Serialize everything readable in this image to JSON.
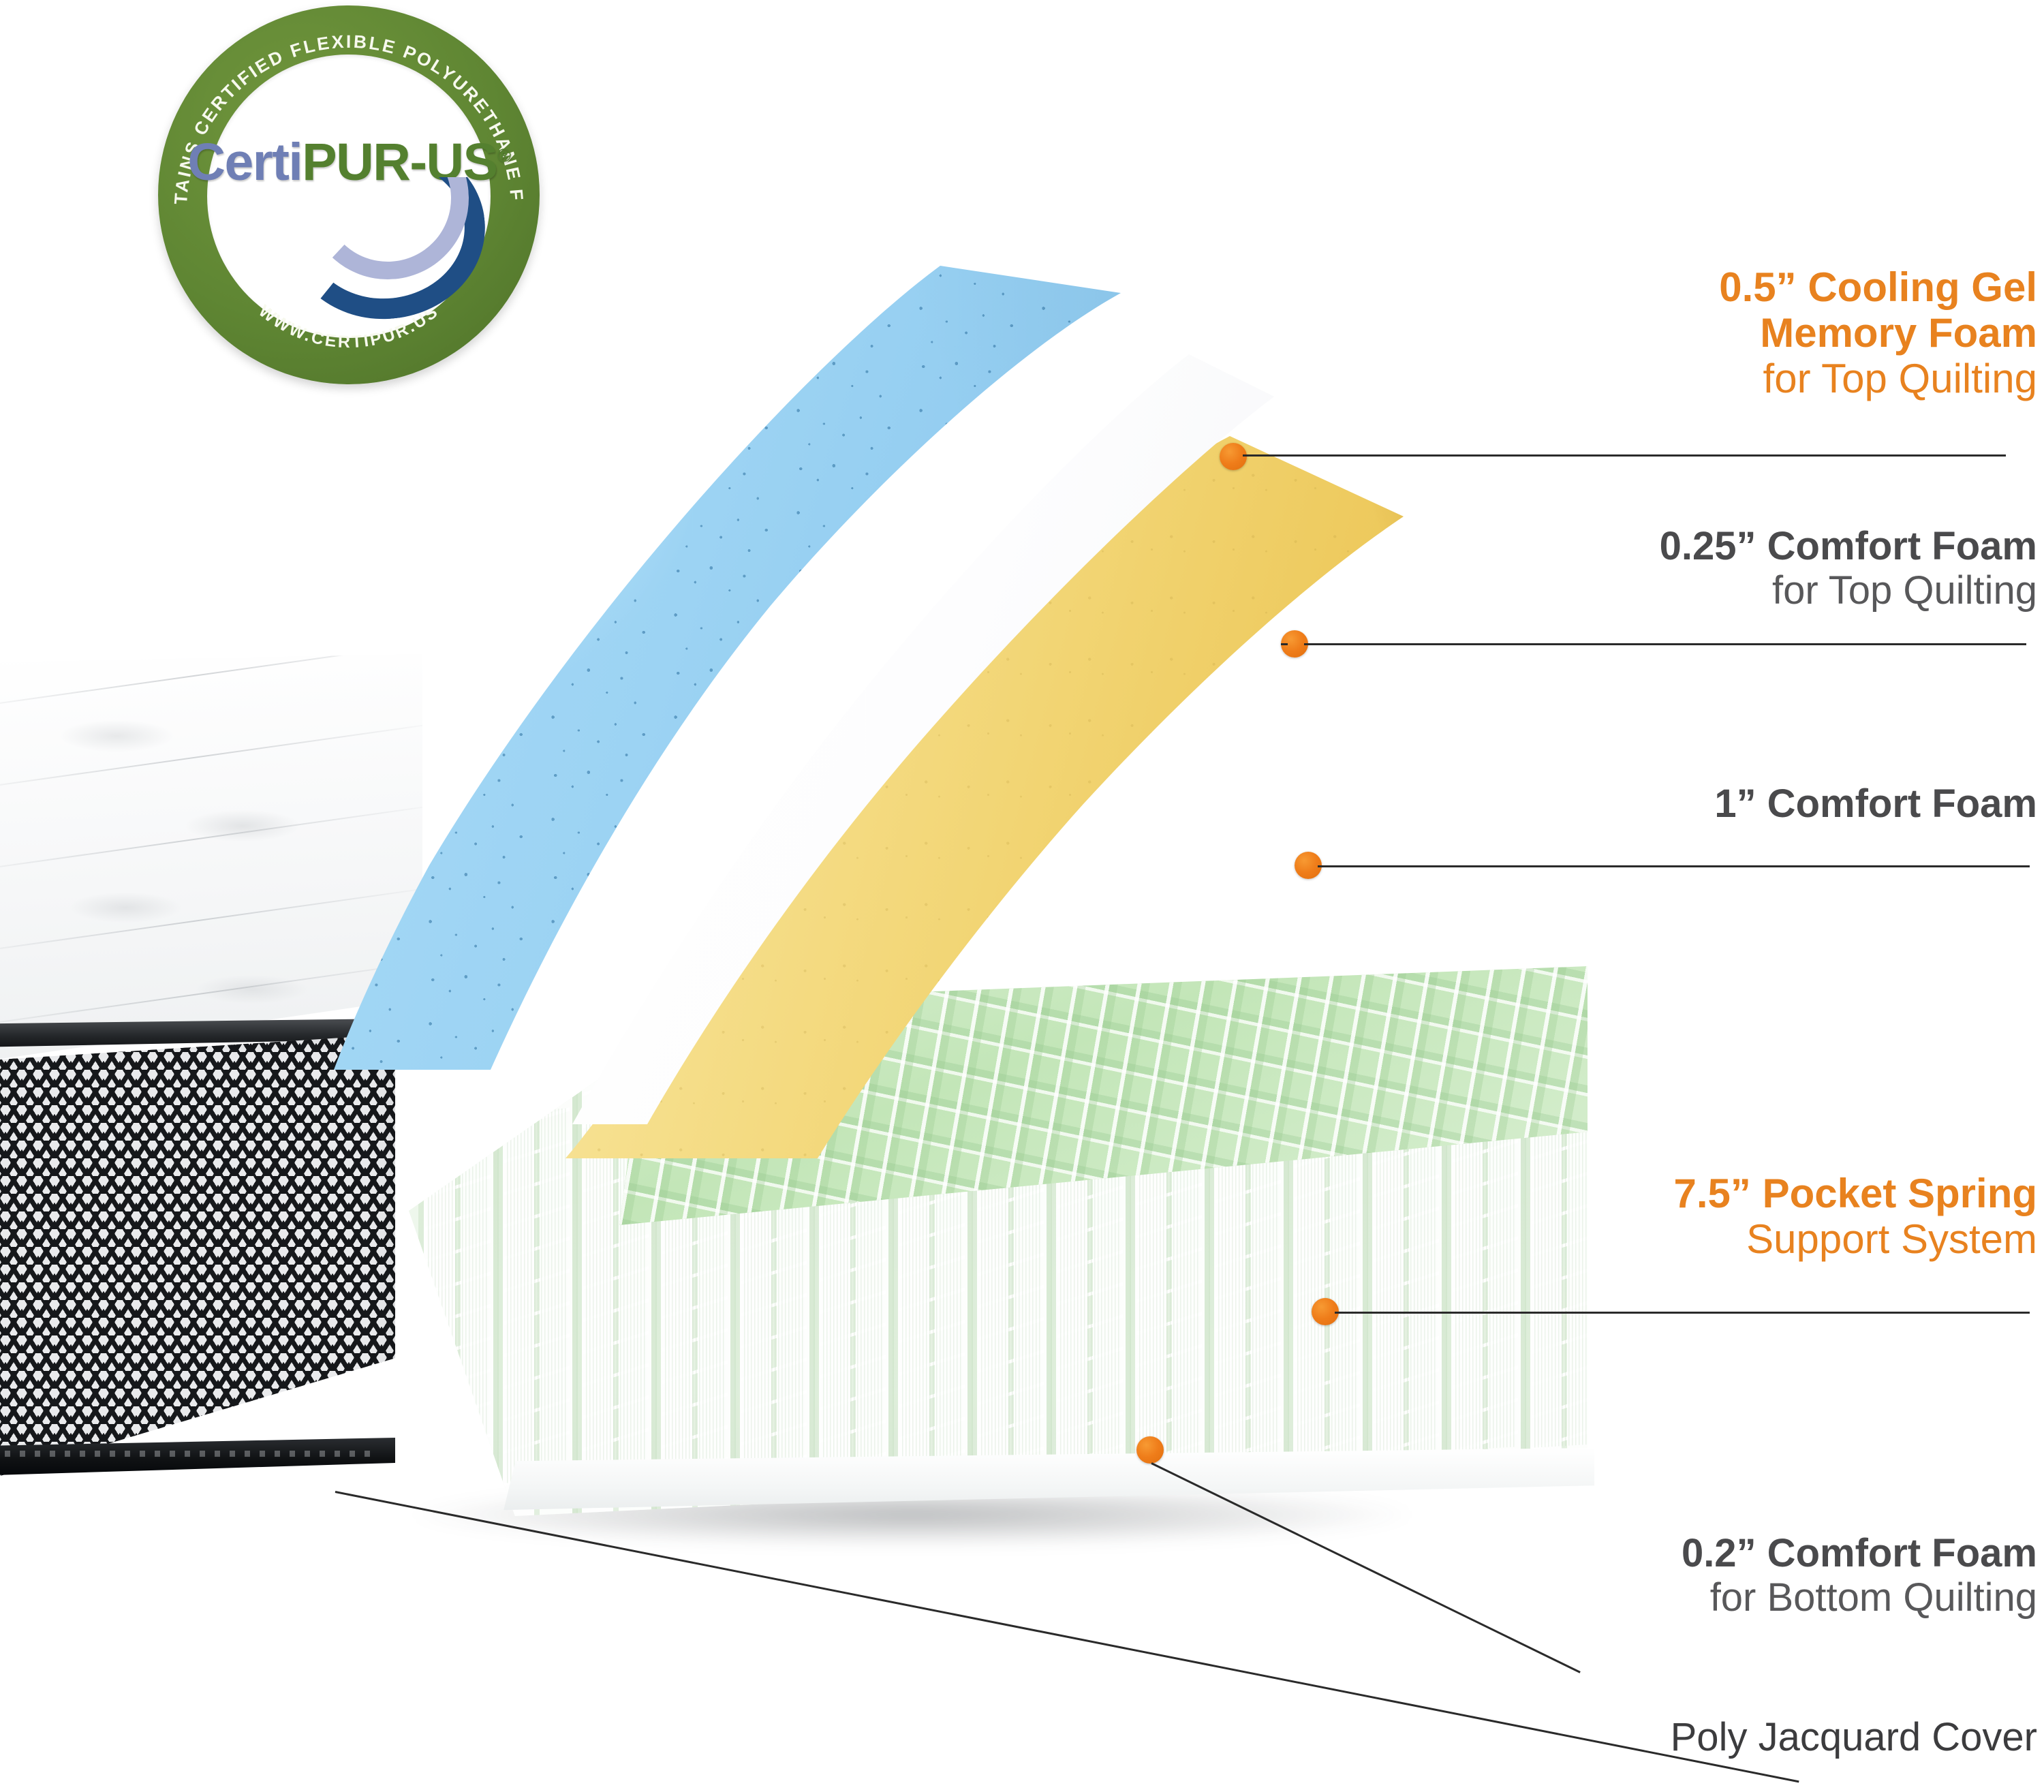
{
  "certification": {
    "arc_top": "CONTAINS CERTIFIED FLEXIBLE POLYURETHANE FOAM",
    "arc_bottom": "WWW.CERTIPUR.US",
    "wordmark_part1": "Certi",
    "wordmark_part2": "PUR-US",
    "registered_mark": "®",
    "colors": {
      "ring_green": "#5f8633",
      "word_blue": "#6f7fb5",
      "word_green": "#54802f",
      "swoosh_dark_blue": "#1f4e85",
      "swoosh_light_blue": "#aeb5d8"
    }
  },
  "accent_colors": {
    "orange": "#e8821f",
    "dot_orange": "#ef7d1a",
    "gray_text": "#4a4a4c",
    "leader_line": "#2a2a2a"
  },
  "callouts": [
    {
      "id": "cooling-gel-memory-foam",
      "line1": "0.5” Cooling Gel",
      "line2": "Memory Foam",
      "line3": "for Top Quilting",
      "style": "orange"
    },
    {
      "id": "comfort-foam-top-quilting",
      "line1": "0.25” Comfort Foam",
      "line2": "for Top Quilting",
      "style": "gray"
    },
    {
      "id": "comfort-foam-one-inch",
      "line1": "1” Comfort Foam",
      "line2": "",
      "style": "gray"
    },
    {
      "id": "pocket-spring-support-system",
      "line1": "7.5” Pocket Spring",
      "line2": "Support System",
      "style": "orange"
    },
    {
      "id": "comfort-foam-bottom-quilting",
      "line1": "0.2” Comfort Foam",
      "line2": "for Bottom Quilting",
      "style": "gray"
    },
    {
      "id": "poly-jacquard-cover",
      "line1": "Poly Jacquard Cover",
      "line2": "",
      "style": "plain"
    }
  ],
  "layers": {
    "gel_foam": "cooling-gel-memory-foam-layer",
    "white_foam": "comfort-foam-white-layer",
    "yellow_foam": "comfort-foam-yellow-layer",
    "pocket_springs": "pocket-spring-unit",
    "base_foam": "bottom-comfort-foam-base",
    "quilted_top": "quilted-cover-top",
    "side_panel": "jacquard-side-panel"
  }
}
